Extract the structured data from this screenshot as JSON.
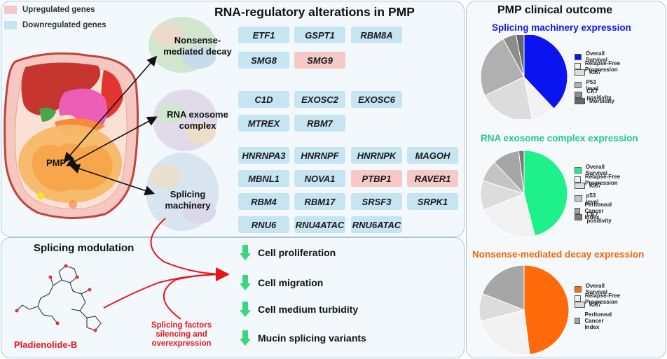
{
  "legend": {
    "upregulated": "Upregulated genes",
    "downregulated": "Downregulated genes",
    "up_color": "#f6c9c9",
    "down_color": "#c7e4f3"
  },
  "main_title": "RNA-regulatory alterations in PMP",
  "anatomy_label": "PMP",
  "categories": {
    "nmd": "Nonsense-\nmediated decay",
    "exosome": "RNA exosome\ncomplex",
    "splicing": "Splicing\nmachinery"
  },
  "genes": {
    "nmd": [
      {
        "name": "ETF1",
        "status": "down"
      },
      {
        "name": "GSPT1",
        "status": "down"
      },
      {
        "name": "RBM8A",
        "status": "down"
      },
      {
        "name": "SMG8",
        "status": "down"
      },
      {
        "name": "SMG9",
        "status": "up"
      }
    ],
    "exosome": [
      {
        "name": "C1D",
        "status": "down"
      },
      {
        "name": "EXOSC2",
        "status": "down"
      },
      {
        "name": "EXOSC6",
        "status": "down"
      },
      {
        "name": "MTREX",
        "status": "down"
      },
      {
        "name": "RBM7",
        "status": "down"
      }
    ],
    "splicing": [
      {
        "name": "HNRNPA3",
        "status": "down"
      },
      {
        "name": "HNRNPF",
        "status": "down"
      },
      {
        "name": "HNRNPK",
        "status": "down"
      },
      {
        "name": "MAGOH",
        "status": "down"
      },
      {
        "name": "MBNL1",
        "status": "down"
      },
      {
        "name": "NOVA1",
        "status": "down"
      },
      {
        "name": "PTBP1",
        "status": "up"
      },
      {
        "name": "RAVER1",
        "status": "up"
      },
      {
        "name": "RBM4",
        "status": "down"
      },
      {
        "name": "RBM17",
        "status": "down"
      },
      {
        "name": "SRSF3",
        "status": "down"
      },
      {
        "name": "SRPK1",
        "status": "down"
      },
      {
        "name": "RNU6",
        "status": "down"
      },
      {
        "name": "RNU4ATAC",
        "status": "down"
      },
      {
        "name": "RNU6ATAC",
        "status": "down"
      }
    ]
  },
  "modulation": {
    "title": "Splicing modulation",
    "compound": "Pladienolide-B",
    "factors": "Splicing factors\nsilencing and\noverexpression",
    "outcomes": [
      "Cell proliferation",
      "Cell migration",
      "Cell medium turbidity",
      "Mucin splicing variants"
    ],
    "red": "#e8151b",
    "arrow_green": "#3ad67d"
  },
  "clinical": {
    "title": "PMP clinical outcome",
    "pies": [
      {
        "title": "Splicing machinery expression",
        "title_color": "#1414e6",
        "slices": [
          {
            "label": "Overall Survival",
            "value": 38,
            "color": "#0a14f0"
          },
          {
            "label": "Relapse-Free Progression",
            "value": 9,
            "color": "#f2f2f2"
          },
          {
            "label": "Ki67",
            "value": 21,
            "color": "#dcdcdc"
          },
          {
            "label": "P53 level",
            "value": 24,
            "color": "#b0b0b0"
          },
          {
            "label": "CK7 positivity",
            "value": 5,
            "color": "#8c8c8c"
          },
          {
            "label": "Morbidity",
            "value": 3,
            "color": "#666666"
          }
        ]
      },
      {
        "title": "RNA exosome complex expression",
        "title_color": "#1ec98a",
        "slices": [
          {
            "label": "Overall Survival",
            "value": 46,
            "color": "#1ef08a"
          },
          {
            "label": "Relapse-Free Progression",
            "value": 23,
            "color": "#f2f2f2"
          },
          {
            "label": "Ki67",
            "value": 11,
            "color": "#dcdcdc"
          },
          {
            "label": "p53 level",
            "value": 8,
            "color": "#c4c4c4"
          },
          {
            "label": "Peritoneal Cancer Index",
            "value": 10,
            "color": "#a6a6a6"
          },
          {
            "label": "CK7 positivity",
            "value": 2,
            "color": "#7a7a7a"
          }
        ]
      },
      {
        "title": "Nonsense-mediated decay expression",
        "title_color": "#f0690a",
        "slices": [
          {
            "label": "Overall Survival",
            "value": 48,
            "color": "#ff6a0a"
          },
          {
            "label": "Relapse-Free Progression",
            "value": 23,
            "color": "#f2f2f2"
          },
          {
            "label": "Ki67",
            "value": 10,
            "color": "#dcdcdc"
          },
          {
            "label": "Peritoneal Cancer Index",
            "value": 19,
            "color": "#a6a6a6"
          }
        ]
      }
    ]
  }
}
